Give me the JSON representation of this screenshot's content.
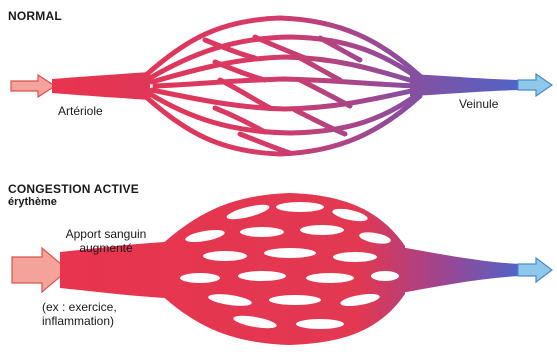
{
  "normal": {
    "title": "NORMAL",
    "arteriole_label": "Artériole",
    "venule_label": "Veinule"
  },
  "congestion": {
    "title": "CONGESTION ACTIVE",
    "subtitle": "érythème",
    "supply_label_1": "Apport sanguin",
    "supply_label_2": "augmenté",
    "example_label_1": "(ex : exercice,",
    "example_label_2": "inflammation)"
  },
  "colors": {
    "arterial": "#e8344e",
    "venous": "#5566c8",
    "arrow_in_fill": "#f4a39a",
    "arrow_in_stroke": "#d9534f",
    "arrow_out_fill": "#8fc8ea",
    "arrow_out_stroke": "#4a8cc4"
  }
}
